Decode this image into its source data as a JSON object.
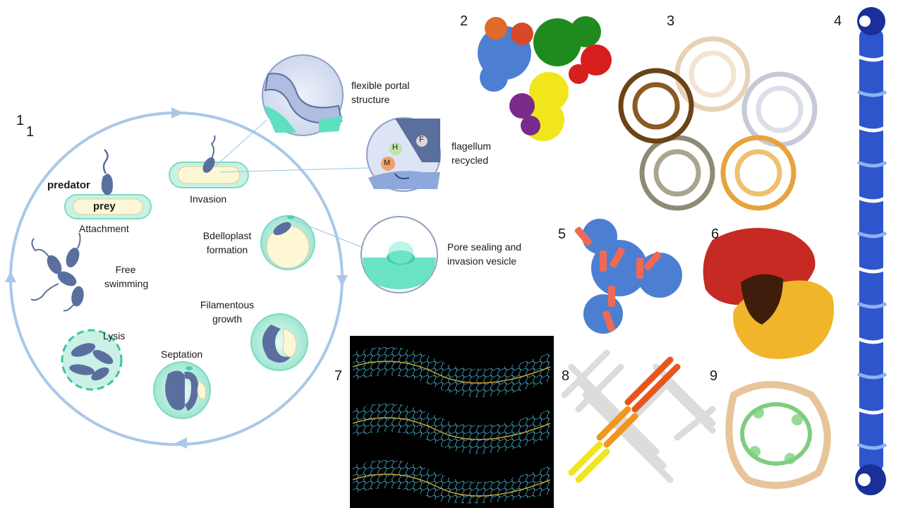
{
  "panels": {
    "p1_top": "1",
    "p1": "1",
    "p2": "2",
    "p3": "3",
    "p4": "4",
    "p5": "5",
    "p6": "6",
    "p7": "7",
    "p8": "8",
    "p9": "9"
  },
  "cycle": {
    "predator": "predator",
    "prey": "prey",
    "attachment": "Attachment",
    "invasion": "Invasion",
    "bdelloplast": "Bdelloplast formation",
    "free_swimming": "Free swimming",
    "filamentous": "Filamentous growth",
    "lysis": "Lysis",
    "septation": "Septation"
  },
  "insets": {
    "portal": "flexible portal structure",
    "flagellum": "flagellum recycled",
    "pore": "Pore sealing and invasion vesicle",
    "letter_h": "H",
    "letter_f": "F",
    "letter_m": "M"
  },
  "colors": {
    "cycle_ring": "#a9c8e8",
    "prey_fill": "#c9f1e6",
    "prey_body": "#fdf7d6",
    "predator": "#5a6f9e",
    "blue_protein": "#4c7fd1",
    "green_protein": "#1f8b1f",
    "red_protein": "#d81d1d",
    "yellow_protein": "#f0e61b",
    "orange_protein": "#e06a2a",
    "purple_protein": "#7a2a8a",
    "salmon_helix": "#ef6a55",
    "dark_red_surface": "#c62a22",
    "gold_surface": "#f0b52a",
    "mesh_cyan": "#4fb0c8"
  }
}
